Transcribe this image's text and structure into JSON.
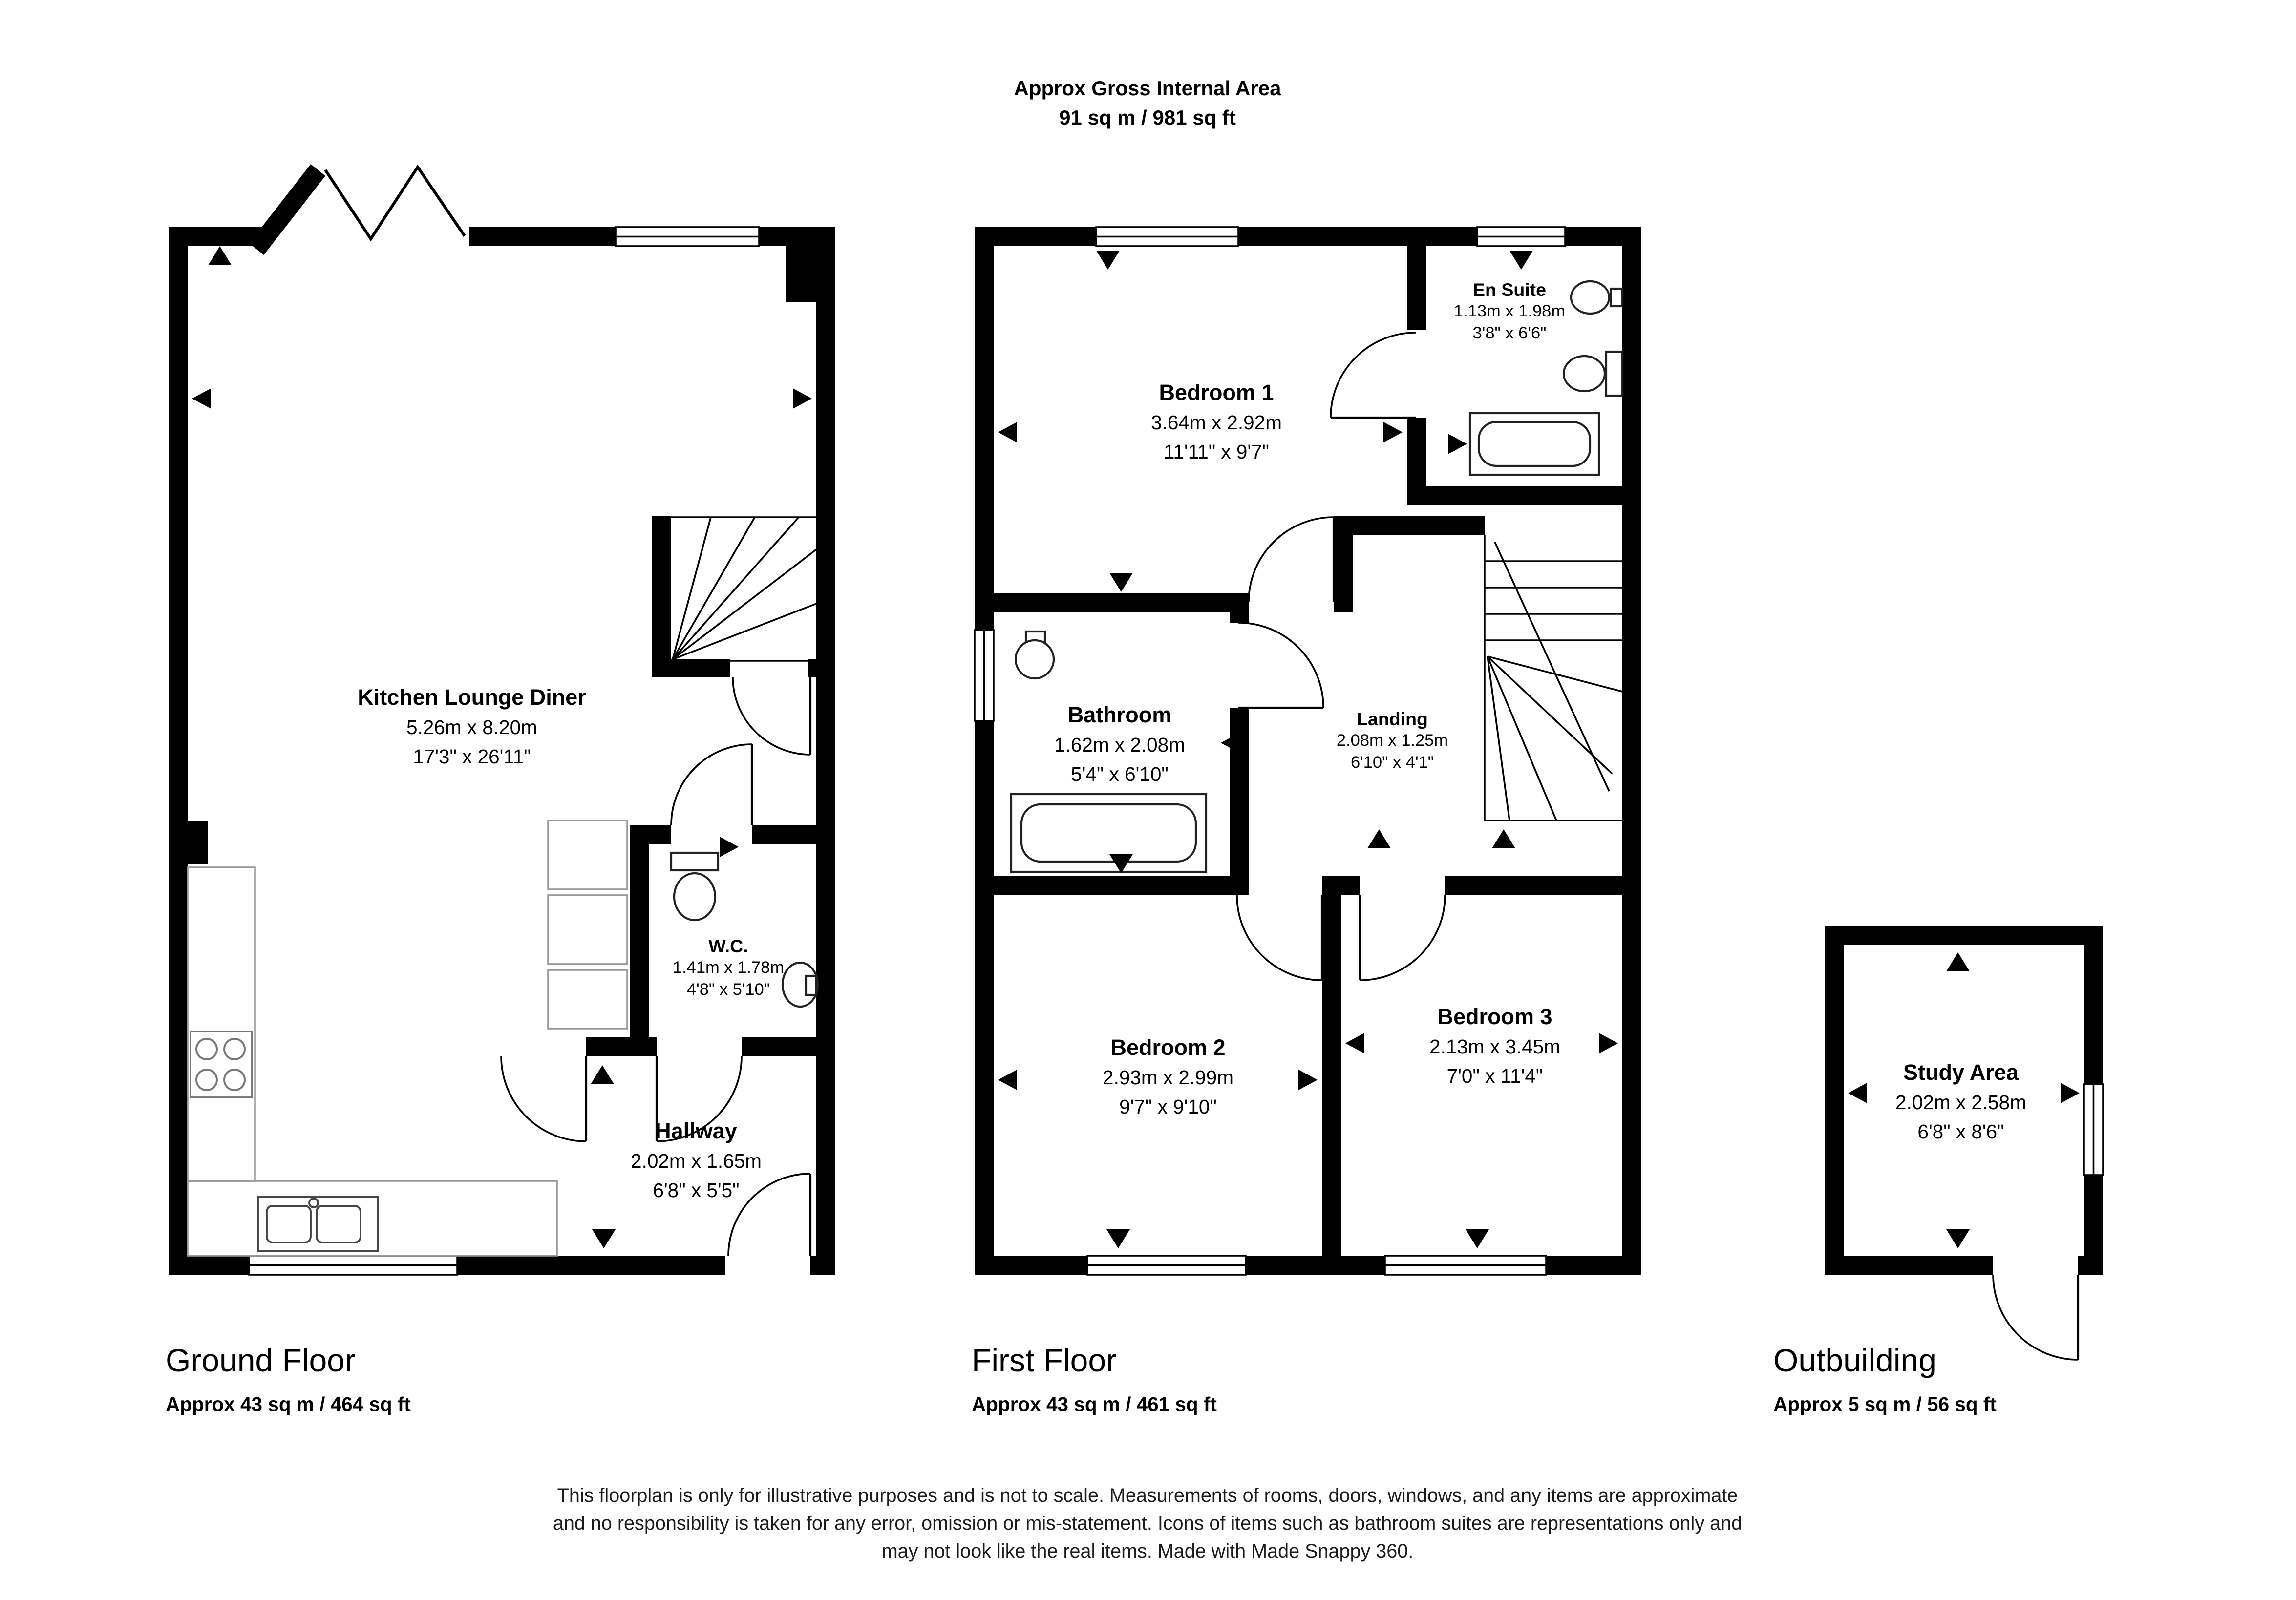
{
  "header": {
    "line1": "Approx Gross Internal Area",
    "line2": "91 sq m / 981 sq ft"
  },
  "floors": [
    {
      "name": "Ground Floor",
      "area": "Approx 43 sq m / 464 sq ft",
      "rooms": [
        {
          "name": "Kitchen Lounge Diner",
          "metric": "5.26m x 8.20m",
          "imperial": "17'3\" x 26'11\""
        },
        {
          "name": "W.C.",
          "metric": "1.41m x 1.78m",
          "imperial": "4'8\" x 5'10\""
        },
        {
          "name": "Hallway",
          "metric": "2.02m x 1.65m",
          "imperial": "6'8\" x 5'5\""
        }
      ]
    },
    {
      "name": "First Floor",
      "area": "Approx 43 sq m / 461 sq ft",
      "rooms": [
        {
          "name": "Bedroom 1",
          "metric": "3.64m x 2.92m",
          "imperial": "11'11\" x 9'7\""
        },
        {
          "name": "En Suite",
          "metric": "1.13m x 1.98m",
          "imperial": "3'8\" x 6'6\""
        },
        {
          "name": "Bathroom",
          "metric": "1.62m x 2.08m",
          "imperial": "5'4\" x 6'10\""
        },
        {
          "name": "Landing",
          "metric": "2.08m x 1.25m",
          "imperial": "6'10\" x 4'1\""
        },
        {
          "name": "Bedroom 2",
          "metric": "2.93m x 2.99m",
          "imperial": "9'7\" x 9'10\""
        },
        {
          "name": "Bedroom 3",
          "metric": "2.13m x 3.45m",
          "imperial": "7'0\" x 11'4\""
        }
      ]
    },
    {
      "name": "Outbuilding",
      "area": "Approx 5 sq m / 56 sq ft",
      "rooms": [
        {
          "name": "Study Area",
          "metric": "2.02m x 2.58m",
          "imperial": "6'8\" x 8'6\""
        }
      ]
    }
  ],
  "disclaimer": [
    "This floorplan is only for illustrative purposes and is not to scale. Measurements of rooms, doors, windows, and any items are approximate",
    "and no responsibility is taken for any error, omission or mis-statement. Icons of items such as bathroom suites are representations only and",
    "may not look like the real items. Made with Made Snappy 360."
  ],
  "colors": {
    "wall": "#000000",
    "fixture": "#222222",
    "counter": "#999999"
  },
  "icons": {
    "arrow": "direction-triangle",
    "toilet": "toilet-icon",
    "sink": "sink-icon",
    "bath": "bath-icon",
    "hob": "hob-icon",
    "kitchen_sink": "kitchen-sink-icon",
    "stairs": "staircase-icon",
    "door": "door-swing-arc"
  }
}
